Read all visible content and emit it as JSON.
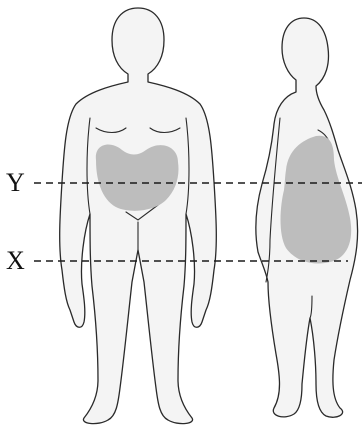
{
  "reference_lines": [
    {
      "id": "Y",
      "label": "Y"
    },
    {
      "id": "X",
      "label": "X"
    }
  ],
  "colors": {
    "figure_fill": "#f4f4f4",
    "outline": "#2a2a2a",
    "fat_region": "#bdbdbd",
    "dashed_line": "#1a1a1a"
  }
}
